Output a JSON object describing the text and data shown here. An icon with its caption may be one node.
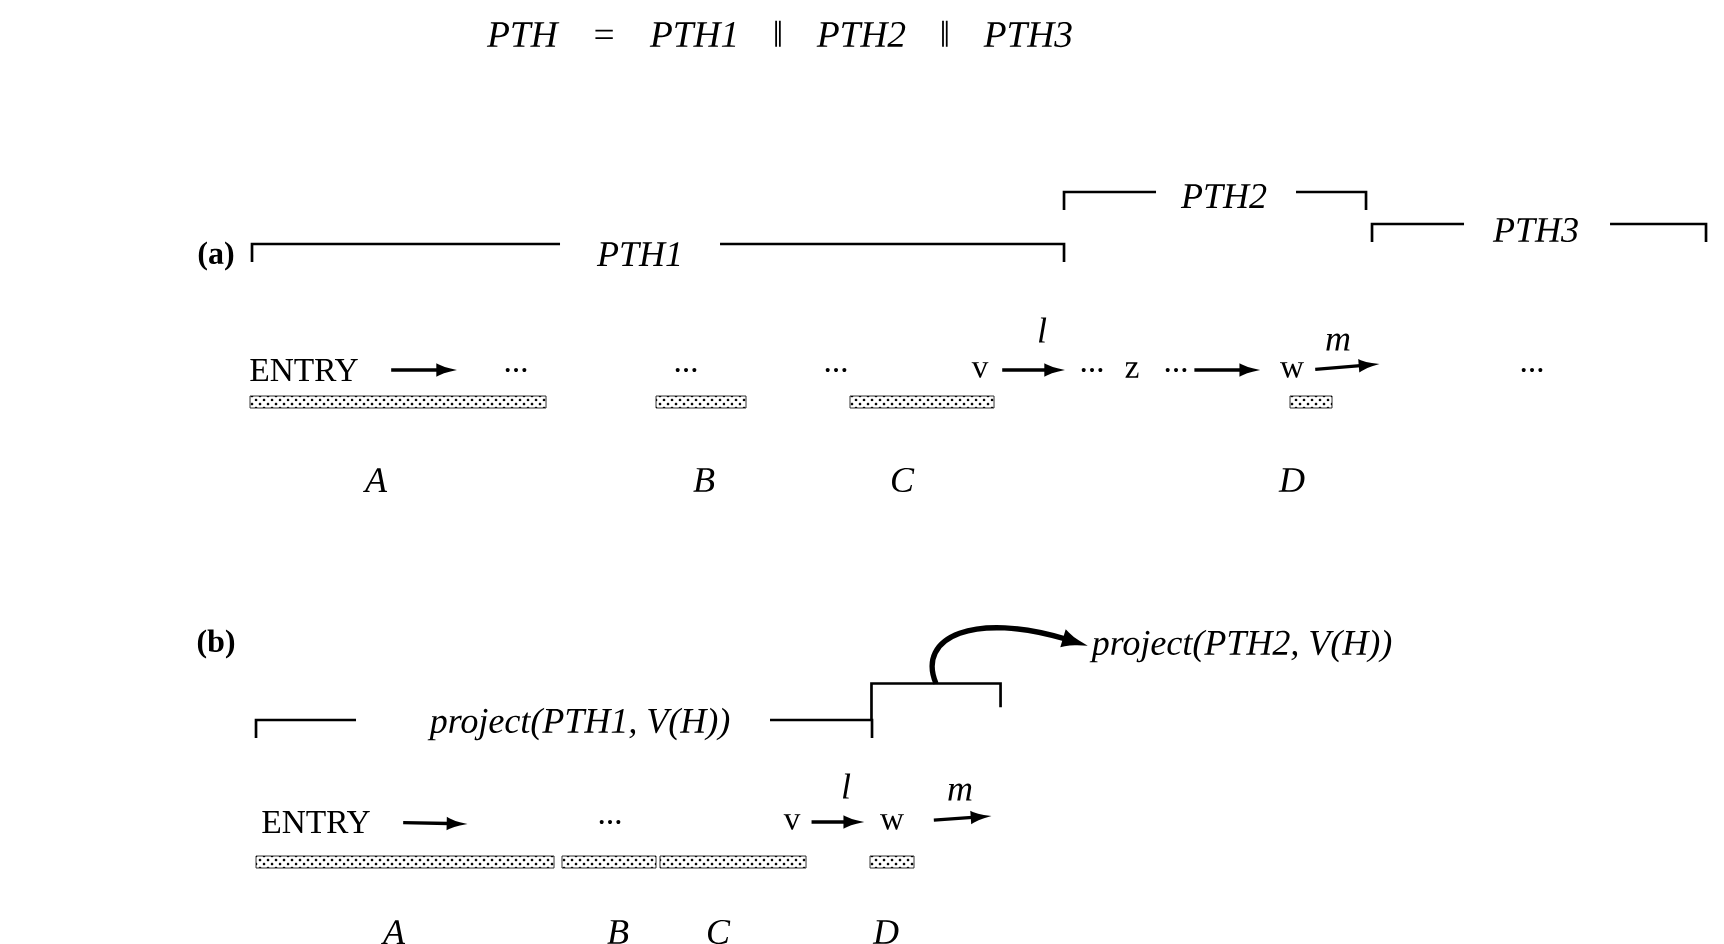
{
  "diagram": {
    "title": "PTH = PTH1 ‖ PTH2 ‖ PTH3",
    "nodes": [
      {
        "text": [
          "ENTRY"
        ]
      },
      {
        "text": [
          "..."
        ]
      },
      {
        "text": [
          "v"
        ]
      },
      {
        "text": [
          "..."
        ]
      },
      {
        "text": [
          "..."
        ]
      },
      {
        "text": [
          "w"
        ]
      },
      {
        "text": [
          "ENTRY"
        ]
      },
      {
        "text": [
          "v"
        ]
      },
      {
        "text": [
          "w"
        ]
      },
      {
        "text": [],
        "shape": "bracket"
      },
      {
        "text": [
          "project(PTH2, V(H))"
        ]
      }
    ],
    "edges": [
      {
        "from": 0,
        "to": 1,
        "arrow": "to"
      },
      {
        "from": 2,
        "to": 3,
        "arrow": "to",
        "label": "l"
      },
      {
        "from": 4,
        "to": 5,
        "arrow": "to"
      },
      {
        "from": 5,
        "to": null,
        "arrow": "to",
        "label": "m"
      },
      {
        "from": 6,
        "to": null,
        "arrow": "to"
      },
      {
        "from": 7,
        "to": 8,
        "arrow": "to",
        "label": "l"
      },
      {
        "from": 8,
        "to": null,
        "arrow": "to",
        "label": "m"
      },
      {
        "from": 9,
        "to": 10,
        "arrow": "to"
      }
    ],
    "labels": [
      "PTH2",
      "PTH3",
      "(a)",
      "PTH1",
      "...",
      "...",
      "z",
      "...",
      "A",
      "B",
      "C",
      "D",
      "(b)",
      "project(PTH1, V(H))",
      "...",
      "A",
      "B",
      "C",
      "D"
    ]
  }
}
